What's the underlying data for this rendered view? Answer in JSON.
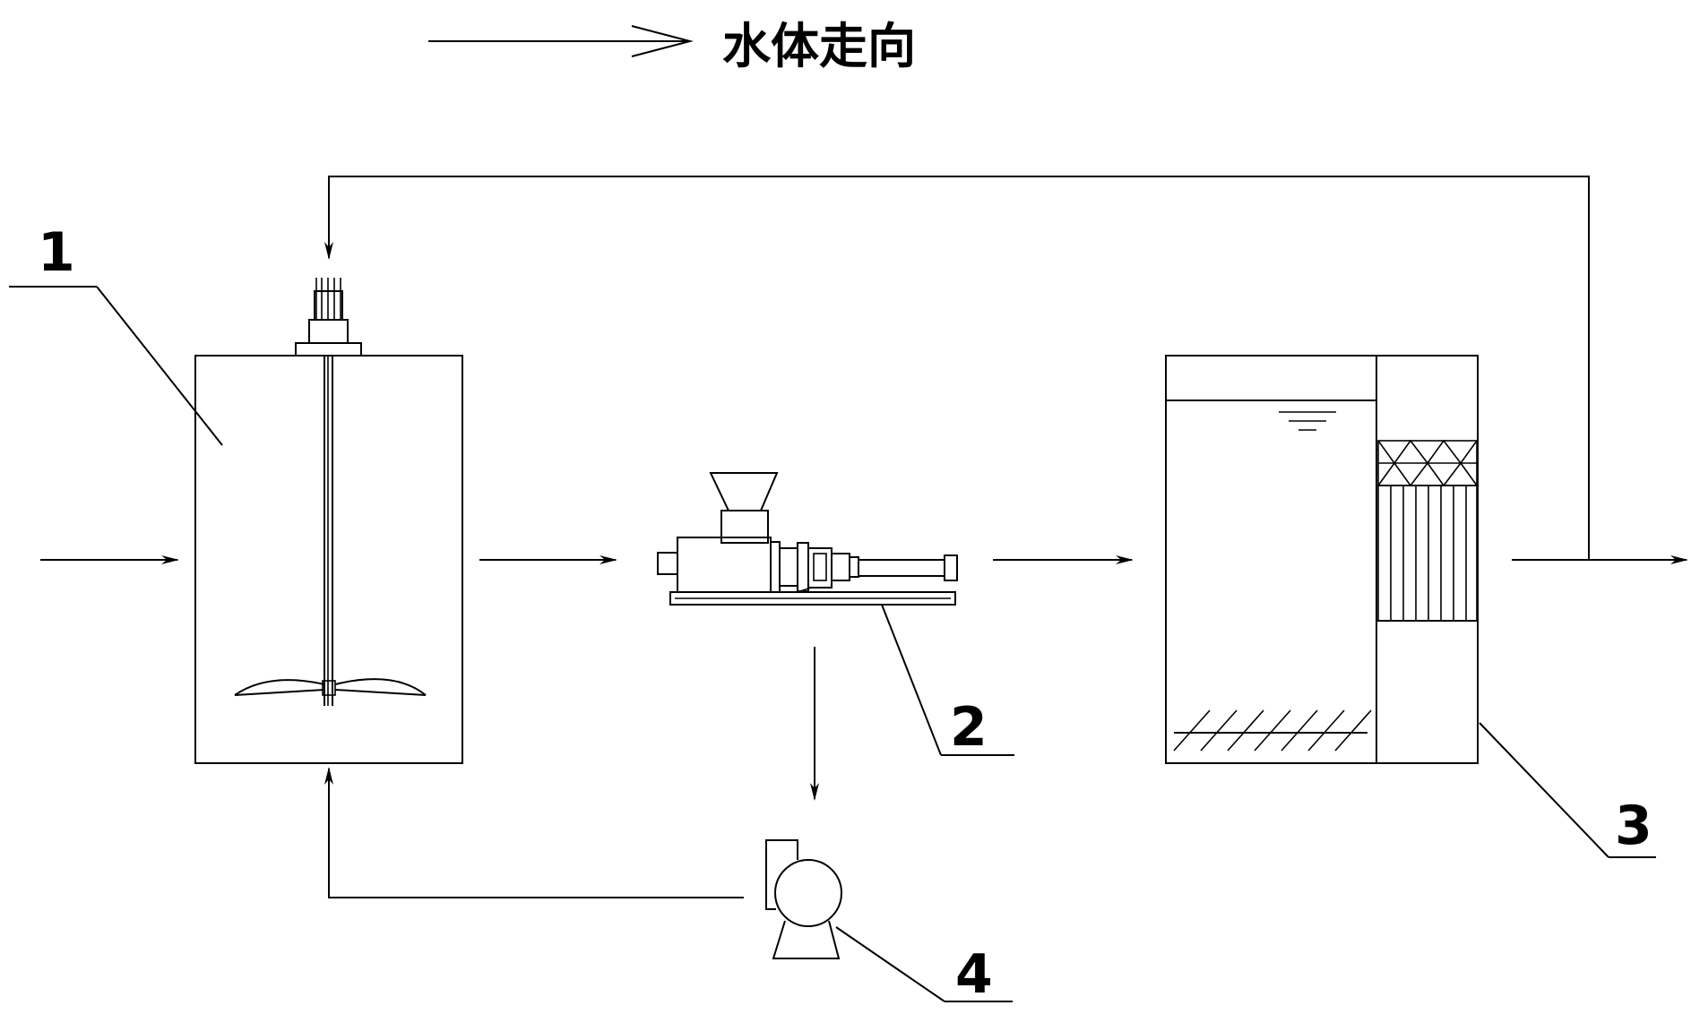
{
  "legend": {
    "label": "水体走向"
  },
  "callouts": {
    "mixing_tank": "1",
    "screw_press": "2",
    "settling_tank": "3",
    "pump": "4"
  },
  "icons": {
    "arrow": "flow-arrow-icon",
    "water_level": "water-level-icon",
    "agitator": "agitator-icon"
  }
}
